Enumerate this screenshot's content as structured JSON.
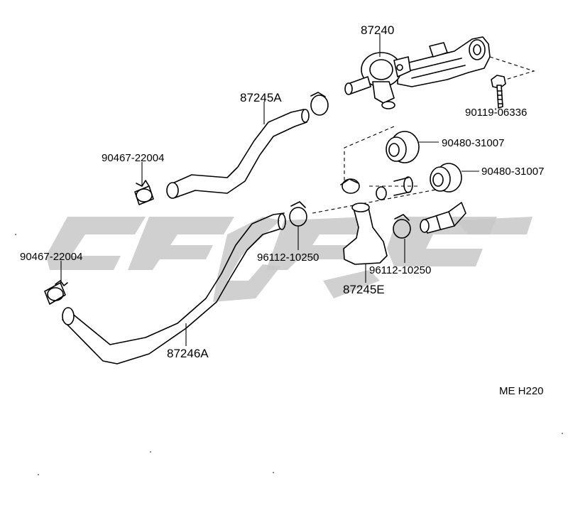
{
  "labels": {
    "valve_assy": "87240",
    "hose_upper": "87245A",
    "hose_lower": "87246A",
    "hose_elbow": "87245E",
    "bolt": "90119-06336",
    "grommet_1": "90480-31007",
    "grommet_2": "90480-31007",
    "clip_upper": "90467-22004",
    "clip_lower": "90467-22004",
    "clamp_1": "96112-10250",
    "clamp_2": "96112-10250",
    "diagram_code": "ME H220"
  },
  "icons": [
    "heater-valve-icon",
    "hose-icon",
    "hose-clip-icon",
    "grommet-icon",
    "bolt-icon",
    "pipe-icon",
    "watermark-logo"
  ]
}
